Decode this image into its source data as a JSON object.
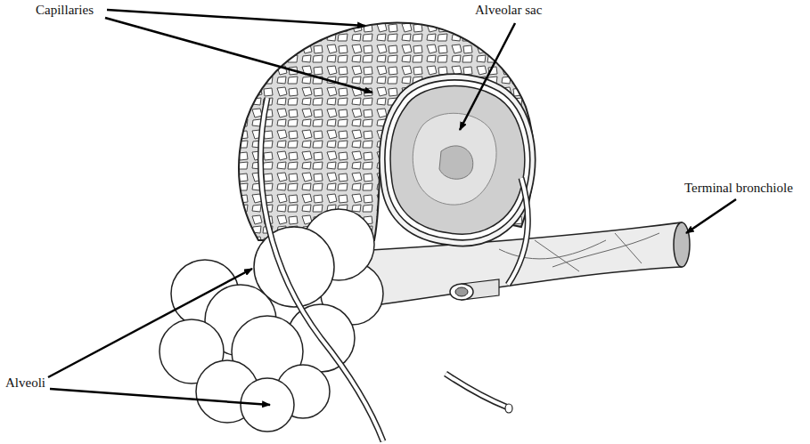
{
  "diagram": {
    "labels": [
      "Capillaries",
      "Alveolar sac",
      "Terminal bronchiole",
      "Alveoli"
    ]
  }
}
